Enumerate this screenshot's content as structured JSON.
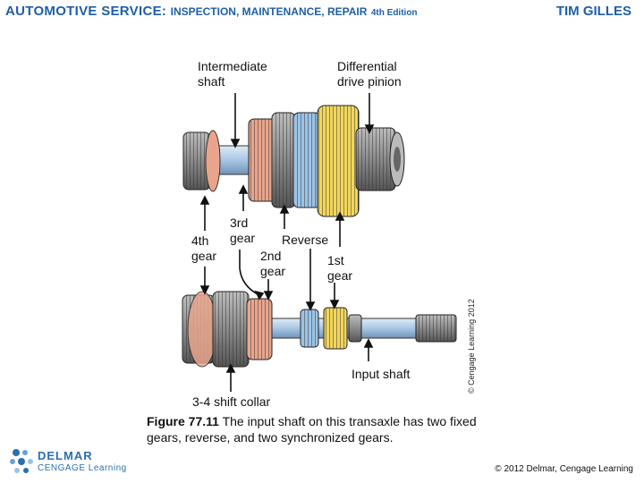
{
  "header": {
    "title_main": "AUTOMOTIVE SERVICE:",
    "title_sub": "INSPECTION, MAINTENANCE, REPAIR",
    "edition": "4th Edition",
    "author": "TIM GILLES"
  },
  "labels": {
    "intermediate_1": "Intermediate",
    "intermediate_2": "shaft",
    "differential_1": "Differential",
    "differential_2": "drive pinion",
    "third_1": "3rd",
    "third_2": "gear",
    "fourth_1": "4th",
    "fourth_2": "gear",
    "reverse": "Reverse",
    "second_1": "2nd",
    "second_2": "gear",
    "first_1": "1st",
    "first_2": "gear",
    "input_shaft": "Input shaft",
    "shift_collar": "3-4 shift collar",
    "credit_vertical": "© Cengage Learning 2012"
  },
  "caption": {
    "figure": "Figure 77.11",
    "text": "The input shaft on this transaxle has two fixed gears, reverse, and two synchronized gears."
  },
  "footer": {
    "logo_word": "DELMAR",
    "logo_sub": "CENGAGE Learning",
    "copyright": "© 2012 Delmar, Cengage Learning"
  },
  "colors": {
    "header_blue": "#1f5fa8",
    "gear_gray": "#8a8a8a",
    "gear_orange": "#e8a58c",
    "gear_yellow": "#f2d65c",
    "gear_blue": "#9cc3e6",
    "shaft_blue": "#b9d3ea"
  }
}
